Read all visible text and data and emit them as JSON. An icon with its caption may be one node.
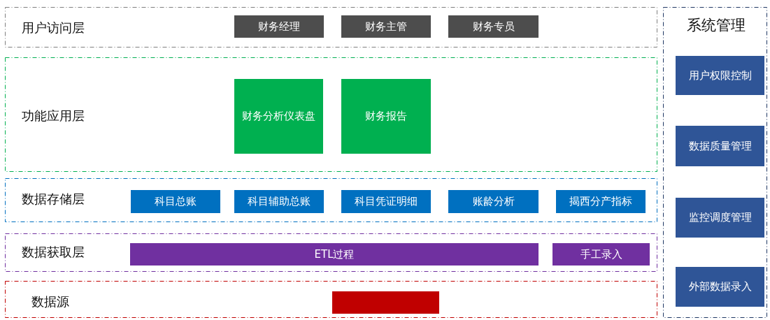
{
  "diagram": {
    "nodes": [
      {
        "text": [
          "用户访问层"
        ]
      },
      {
        "text": [
          "财务经理"
        ],
        "in": 0
      },
      {
        "text": [
          "财务主管"
        ],
        "in": 0
      },
      {
        "text": [
          "财务专员"
        ],
        "in": 0
      },
      {
        "text": [
          "功能应用层"
        ]
      },
      {
        "text": [
          "财务分析仪表盘"
        ],
        "in": 4
      },
      {
        "text": [
          "财务报告"
        ],
        "in": 4
      },
      {
        "text": [
          "数据存储层"
        ]
      },
      {
        "text": [
          "科目总账"
        ],
        "in": 7
      },
      {
        "text": [
          "科目辅助总账"
        ],
        "in": 7
      },
      {
        "text": [
          "科目凭证明细"
        ],
        "in": 7
      },
      {
        "text": [
          "账龄分析"
        ],
        "in": 7
      },
      {
        "text": [
          "揭西分产指标"
        ],
        "in": 7
      },
      {
        "text": [
          "数据获取层"
        ]
      },
      {
        "text": [
          "ETL过程"
        ],
        "in": 13
      },
      {
        "text": [
          "手工录入"
        ],
        "in": 13
      },
      {
        "text": [
          "数据源"
        ]
      },
      {
        "text": [],
        "shape": "box",
        "in": 16
      },
      {
        "text": [
          "系统管理"
        ]
      },
      {
        "text": [
          "用户权限控制"
        ],
        "in": 18
      },
      {
        "text": [
          "数据质量管理"
        ],
        "in": 18
      },
      {
        "text": [
          "监控调度管理"
        ],
        "in": 18
      },
      {
        "text": [
          "外部数据录入"
        ],
        "in": 18
      }
    ]
  }
}
